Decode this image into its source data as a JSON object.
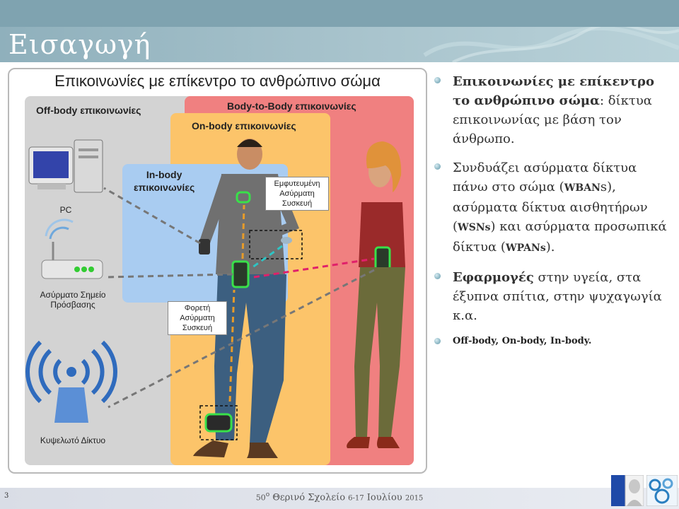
{
  "slide": {
    "title": "Εισαγωγή",
    "number": "3"
  },
  "diagram": {
    "title": "Επικοινωνίες με επίκεντρο το ανθρώπινο σώμα",
    "zones": {
      "off_body": "Off-body επικοινωνίες",
      "body_to_body": "Body-to-Body επικοινωνίες",
      "on_body": "On-body επικοινωνίες",
      "in_body_line1": "In-body",
      "in_body_line2": "επικοινωνίες"
    },
    "devices": {
      "pc": "PC",
      "access_point_line1": "Ασύρματο Σημείο",
      "access_point_line2": "Πρόσβασης",
      "cellular": "Κυψελωτό Δίκτυο"
    },
    "callouts": {
      "implanted_line1": "Εμφυτευμένη",
      "implanted_line2": "Ασύρματη",
      "implanted_line3": "Συσκευή",
      "wearable_line1": "Φορετή",
      "wearable_line2": "Ασύρματη",
      "wearable_line3": "Συσκευή"
    },
    "colors": {
      "off_body": "#d3d3d3",
      "body_to_body": "#f08080",
      "on_body": "#fcc46a",
      "in_body": "#a9ccf1"
    }
  },
  "bullets": {
    "b1_bold": "Επικοινωνίες με επίκεντρο το ανθρώπινο σώμα",
    "b1_rest": ": δίκτυα επικοινωνίας με βάση τον άνθρωπο.",
    "b2_part1": "Συνδυάζει ασύρματα δίκτυα πάνω στο σώμα (",
    "b2_wban": "WBAN",
    "b2_part2": "s), ασύρματα δίκτυα αισθητήρων (",
    "b2_wsn": "WSNs",
    "b2_part3": ") και ασύρματα προσωπικά δίκτυα (",
    "b2_wpan": "WPANs",
    "b2_part4": ").",
    "b3_bold": "Εφαρμογές",
    "b3_rest": " στην υγεία, στα έξυπνα σπίτια, στην ψυχαγωγία κ.α.",
    "b4": "Off-body, On-body, In-body."
  },
  "footer": {
    "num": "50",
    "sup": "o",
    "school": " Θερινό Σχολείο ",
    "dates": "6-17",
    "month": " Ιουλίου ",
    "year": "2015"
  }
}
